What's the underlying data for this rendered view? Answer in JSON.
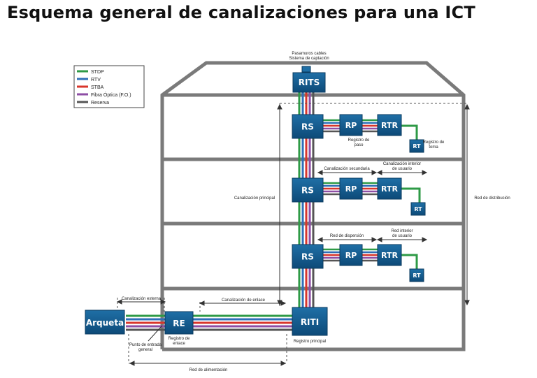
{
  "title": "Esquema general de canalizaciones para una ICT",
  "legend": [
    {
      "label": "STDP",
      "color": "#2e9a46"
    },
    {
      "label": "RTV",
      "color": "#2f6fb8"
    },
    {
      "label": "STBA",
      "color": "#d8362b"
    },
    {
      "label": "Fibra Óptica (F.O.)",
      "color": "#8e4ea5"
    },
    {
      "label": "Reserva",
      "color": "#555555"
    }
  ],
  "boxes": {
    "rits": "RITS",
    "riti": "RITI",
    "re": "RE",
    "arqueta": "Arqueta",
    "rs": "RS",
    "rp": "RP",
    "rtr": "RTR",
    "rt": "RT"
  },
  "labels": {
    "pasamuros_1": "Pasamuros cables",
    "pasamuros_2": "Sistema de captación",
    "registro_paso_1": "Registro de",
    "registro_paso_2": "paso",
    "registro_toma_1": "Registro de",
    "registro_toma_2": "toma",
    "canalizacion_secundaria": "Canalización secundaria",
    "canalizacion_interior_1": "Canalización interior",
    "canalizacion_interior_2": "de usuario",
    "canalizacion_principal": "Canalización principal",
    "red_distribucion": "Red de distribución",
    "red_dispersion": "Red de dispersión",
    "red_interior_1": "Red interior",
    "red_interior_2": "de usuario",
    "canalizacion_externa": "Canalización externa",
    "canalizacion_enlace": "Canalización de enlace",
    "punto_entrada_1": "Punto de entrada",
    "punto_entrada_2": "general",
    "registro_enlace_1": "Registro de",
    "registro_enlace_2": "enlace",
    "registro_principal": "Registro principal",
    "red_alimentacion": "Red de alimentación"
  }
}
